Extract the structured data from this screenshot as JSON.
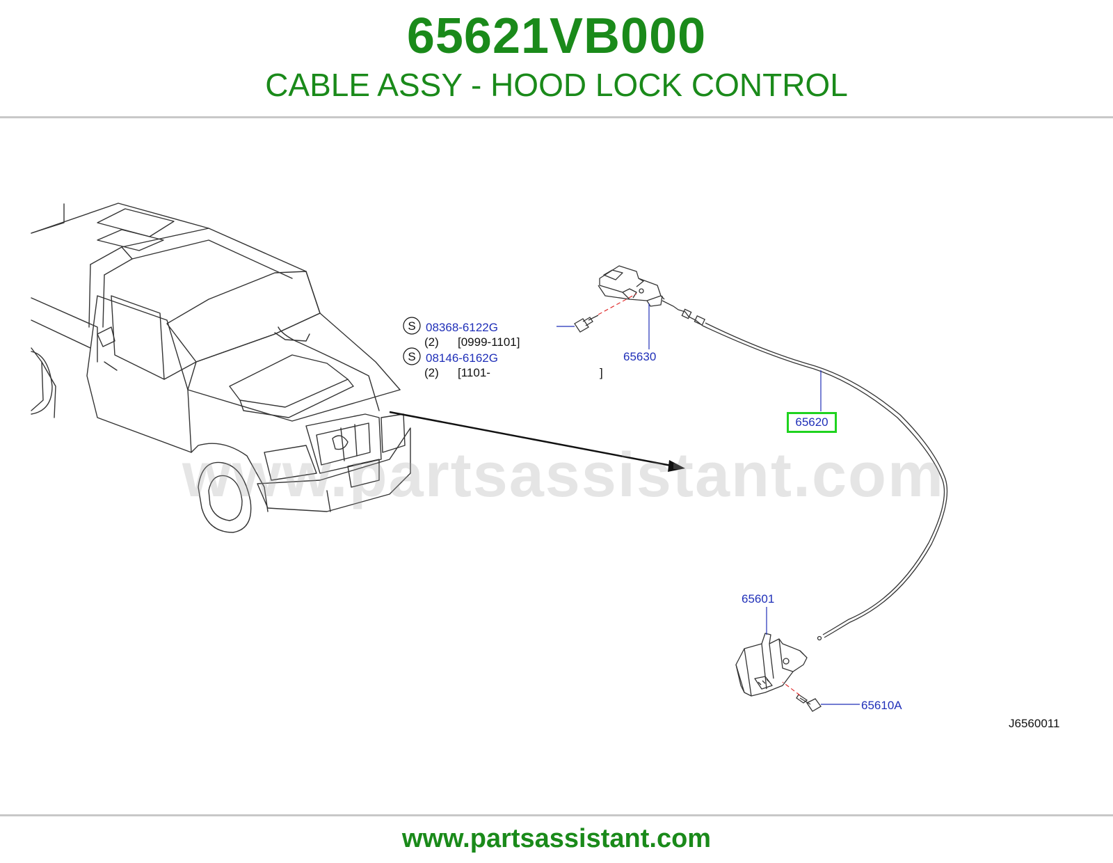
{
  "header": {
    "part_number": "65621VB000",
    "part_name": "CABLE ASSY - HOOD LOCK CONTROL"
  },
  "watermark": "www.partsassistant.com",
  "footer": {
    "url": "www.partsassistant.com"
  },
  "callouts": {
    "screw_symbol": "S",
    "screw_1": {
      "part": "08368-6122G",
      "qty": "(2)",
      "range": "[0999-1101]"
    },
    "screw_2": {
      "part": "08146-6162G",
      "qty": "(2)",
      "range": "[1101-",
      "range_end": "]"
    },
    "release_handle": "65630",
    "cable": "65620",
    "hood_lock": "65601",
    "bolt": "65610A"
  },
  "diagram_code": "J6560011",
  "colors": {
    "title_green": "#1a8a1a",
    "callout_blue": "#1f2fb8",
    "highlight_green": "#1fd31f",
    "leader_red": "#e03030"
  }
}
